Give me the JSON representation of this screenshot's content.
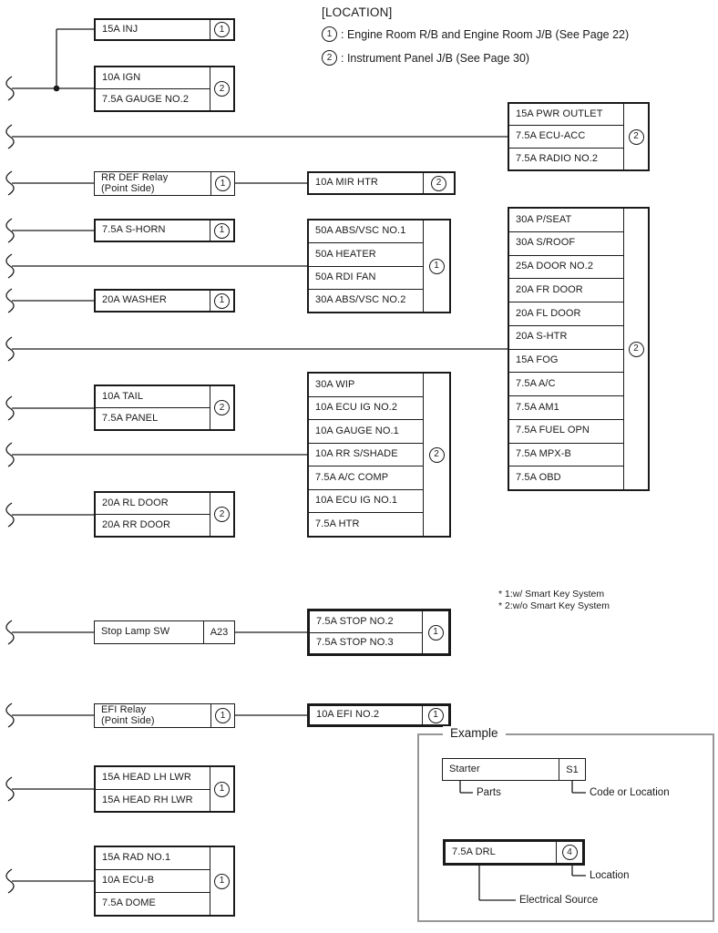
{
  "legend": {
    "title": "[LOCATION]",
    "items": [
      {
        "badge": "1",
        "label": ": Engine Room R/B and Engine Room J/B (See Page 22)"
      },
      {
        "badge": "2",
        "label": ": Instrument Panel J/B (See Page 30)"
      }
    ]
  },
  "notes": [
    "* 1:w/ Smart Key System",
    "* 2:w/o Smart Key System"
  ],
  "blocks": [
    {
      "id": "inj",
      "rows": [
        "15A INJ"
      ],
      "badge": "1"
    },
    {
      "id": "ign-gauge",
      "rows": [
        "10A IGN",
        "7.5A GAUGE NO.2"
      ],
      "badge": "2"
    },
    {
      "id": "pwr-outlet",
      "rows": [
        "15A PWR OUTLET",
        "7.5A ECU-ACC",
        "7.5A RADIO NO.2"
      ],
      "badge": "2"
    },
    {
      "id": "rr-def-relay",
      "rows": [
        "RR DEF Relay\n(Point Side)"
      ],
      "badge": "1"
    },
    {
      "id": "mir-htr",
      "rows": [
        "10A MIR HTR"
      ],
      "badge": "2"
    },
    {
      "id": "s-horn",
      "rows": [
        "7.5A S-HORN"
      ],
      "badge": "1"
    },
    {
      "id": "abs-vsc",
      "rows": [
        "50A ABS/VSC NO.1",
        "50A HEATER",
        "50A RDI FAN",
        "30A ABS/VSC NO.2"
      ],
      "badge": "1"
    },
    {
      "id": "washer",
      "rows": [
        "20A WASHER"
      ],
      "badge": "1"
    },
    {
      "id": "ip-main",
      "rows": [
        "30A P/SEAT",
        "30A S/ROOF",
        "25A DOOR NO.2",
        "20A FR DOOR",
        "20A FL DOOR",
        "20A S-HTR",
        "15A FOG",
        "7.5A A/C",
        "7.5A AM1",
        "7.5A FUEL OPN",
        "7.5A MPX-B",
        "7.5A OBD"
      ],
      "badge": "2"
    },
    {
      "id": "tail-panel",
      "rows": [
        "10A TAIL",
        "7.5A PANEL"
      ],
      "badge": "2"
    },
    {
      "id": "wip",
      "rows": [
        "30A WIP",
        "10A ECU IG NO.2",
        "10A GAUGE NO.1",
        "10A RR S/SHADE",
        "7.5A A/C COMP",
        "10A ECU IG NO.1",
        "7.5A HTR"
      ],
      "badge": "2"
    },
    {
      "id": "rl-rr-door",
      "rows": [
        "20A RL DOOR",
        "20A RR DOOR"
      ],
      "badge": "2"
    },
    {
      "id": "stop-lamp-sw",
      "rows": [
        "Stop Lamp SW"
      ],
      "code": "A23"
    },
    {
      "id": "stop",
      "rows": [
        "7.5A STOP NO.2",
        "7.5A STOP NO.3"
      ],
      "badge": "1"
    },
    {
      "id": "efi-relay",
      "rows": [
        "EFI Relay\n(Point Side)"
      ],
      "badge": "1"
    },
    {
      "id": "efi-no2",
      "rows": [
        "10A EFI NO.2"
      ],
      "badge": "1"
    },
    {
      "id": "head-lwr",
      "rows": [
        "15A HEAD LH LWR",
        "15A HEAD RH LWR"
      ],
      "badge": "1"
    },
    {
      "id": "rad-ecub-dome",
      "rows": [
        "15A RAD NO.1",
        "10A ECU-B",
        "7.5A DOME"
      ],
      "badge": "1"
    }
  ],
  "example": {
    "title": "Example",
    "parts_box": {
      "label": "Starter",
      "code": "S1"
    },
    "parts_caption": "Parts",
    "code_caption": "Code or Location",
    "source_box": {
      "label": "7.5A DRL",
      "badge": "4"
    },
    "location_caption": "Location",
    "source_caption": "Electrical Source"
  }
}
